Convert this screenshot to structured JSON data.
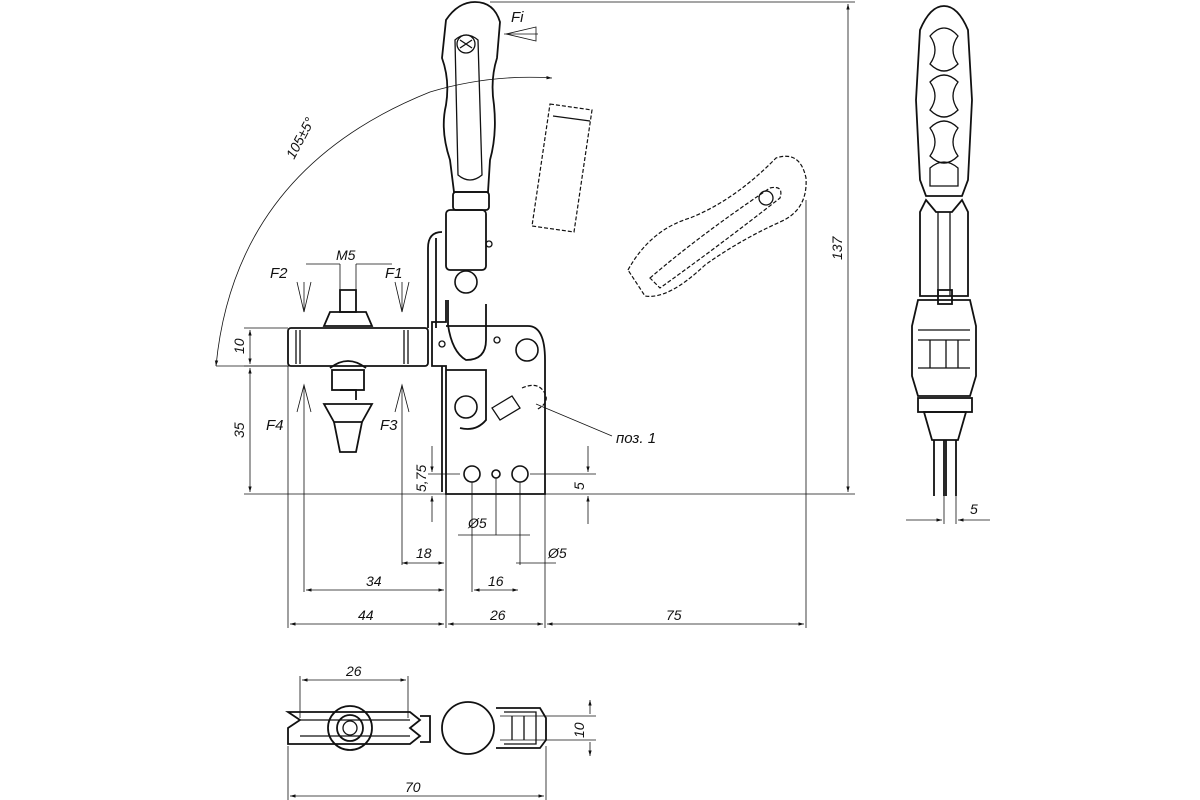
{
  "labels": {
    "fi": "Fi",
    "f1": "F1",
    "f2": "F2",
    "f3": "F3",
    "f4": "F4",
    "m5": "M5",
    "angle": "105±5°",
    "pos1": "поз. 1"
  },
  "dimensions": {
    "d137": "137",
    "d10_left": "10",
    "d35": "35",
    "d5_75": "5,75",
    "d5_right": "5",
    "d_dia5_a": "Ø5",
    "d_dia5_b": "Ø5",
    "d18": "18",
    "d34": "34",
    "d16": "16",
    "d44": "44",
    "d26": "26",
    "d75": "75",
    "d5_side": "5",
    "d26_top": "26",
    "d10_bottom": "10",
    "d70": "70"
  }
}
